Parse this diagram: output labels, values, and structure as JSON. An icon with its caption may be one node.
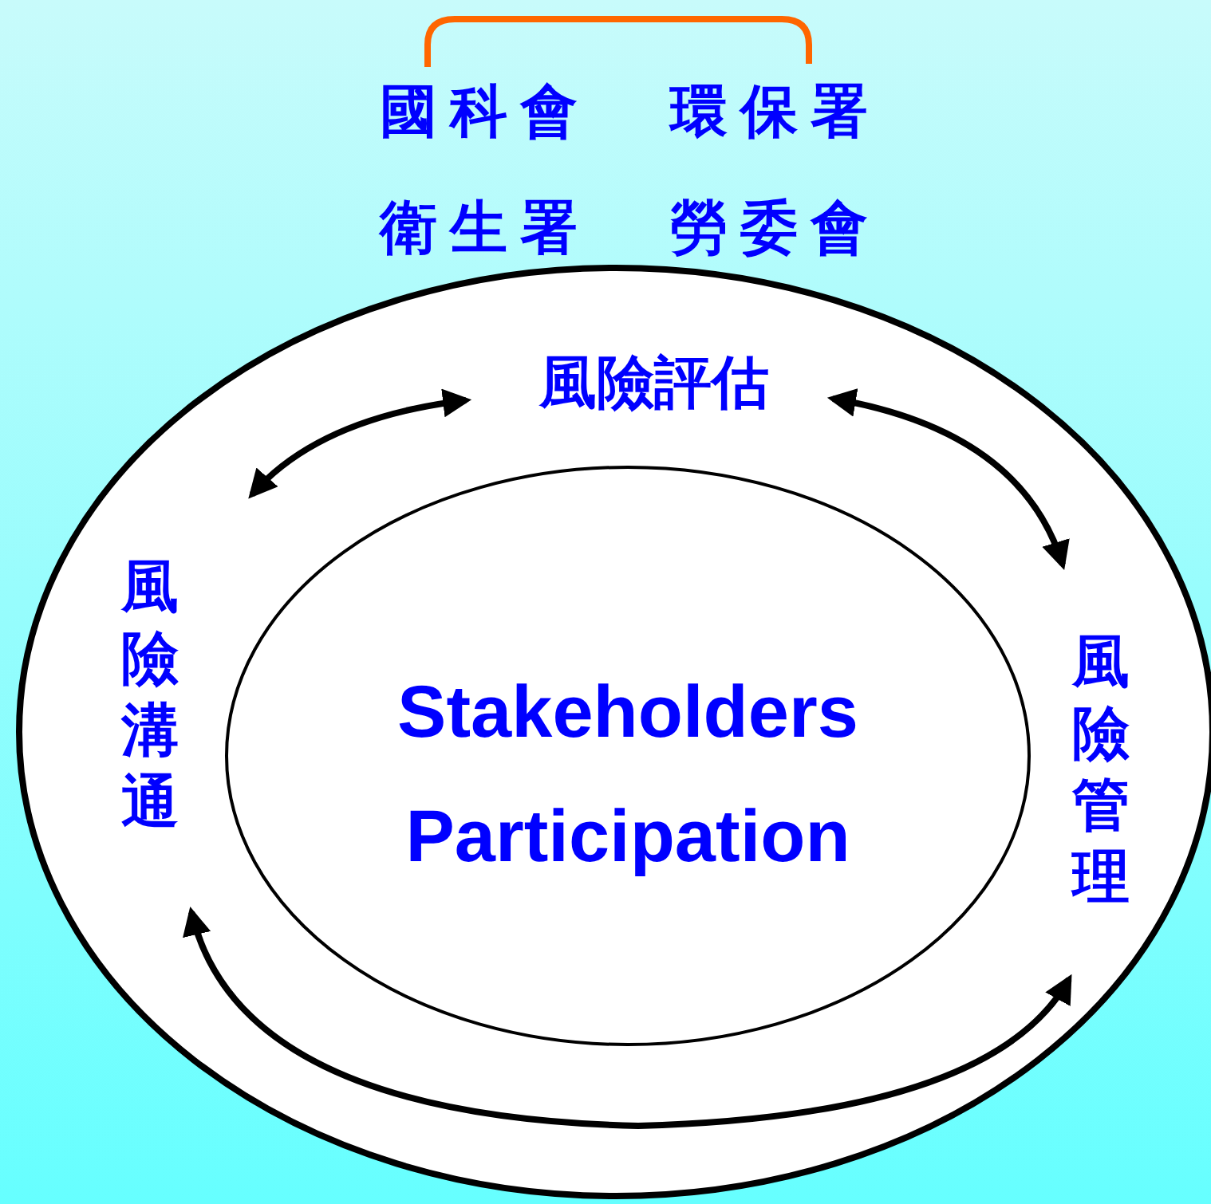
{
  "diagram": {
    "nodes": [
      {
        "text": [],
        "shape": "circle"
      },
      {
        "text": [
          "風險評估"
        ],
        "in": 0
      },
      {
        "text": [
          "風險溝通"
        ],
        "in": 0
      },
      {
        "text": [
          "Stakeholders Participation"
        ],
        "in": 0
      },
      {
        "text": [
          "風險管理"
        ],
        "in": 0
      }
    ],
    "edges": [
      {
        "from": 1,
        "to": 2,
        "arrow": "both"
      },
      {
        "from": 1,
        "to": 4,
        "arrow": "both"
      },
      {
        "from": 2,
        "to": 4,
        "arrow": "both"
      }
    ],
    "labels": [
      "國科會",
      "環保署",
      "衛生署",
      "勞委會"
    ]
  }
}
